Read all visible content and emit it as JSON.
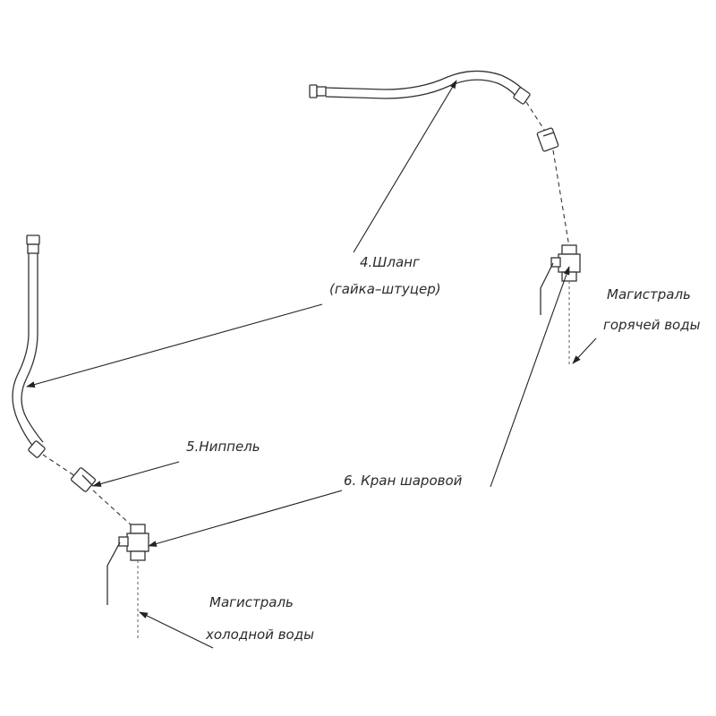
{
  "labels": {
    "hose": "4.Шланг",
    "hose_sub": "(гайка–штуцер)",
    "nipple": "5.Ниппель",
    "valve": "6. Кран шаровой",
    "hot_main_1": "Магистраль",
    "hot_main_2": "горячей воды",
    "cold_main_1": "Магистраль",
    "cold_main_2": "холодной воды"
  },
  "colors": {
    "line": "#333333",
    "text": "#2a2a2a",
    "background": "#ffffff"
  }
}
